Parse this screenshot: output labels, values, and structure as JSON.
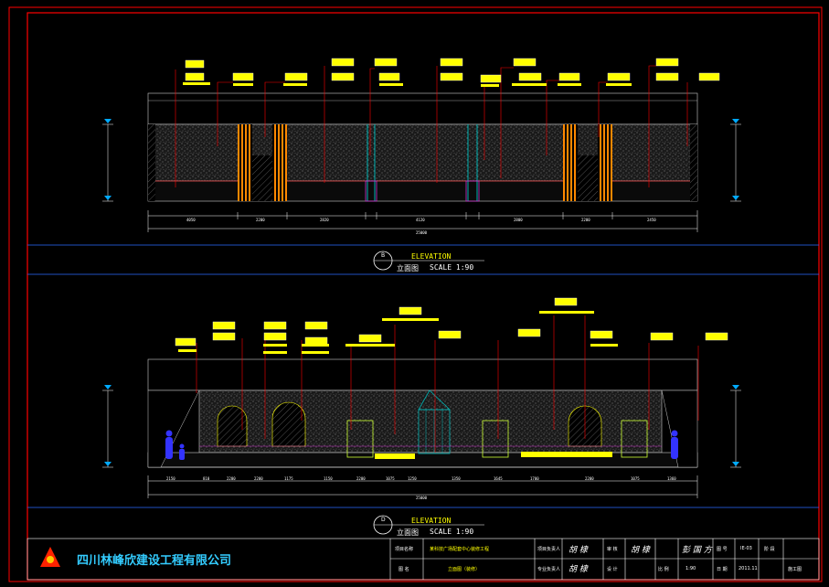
{
  "sheet": {
    "elevation_b": {
      "letter": "B",
      "title": "ELEVATION",
      "sub_cn": "立面图",
      "scale": "SCALE 1:90",
      "dims": [
        "4050",
        "2200",
        "2820",
        "",
        "4120",
        "",
        "2800",
        "2200",
        "2450"
      ],
      "total": "25000"
    },
    "elevation_d": {
      "letter": "D",
      "title": "ELEVATION",
      "sub_cn": "立面图",
      "scale": "SCALE 1:90",
      "dims": [
        "2150",
        "810",
        "2200",
        "2200",
        "1175",
        "1150",
        "2200",
        "1075",
        "1250",
        "1350",
        "1645",
        "1700",
        "2200",
        "1075",
        "1360"
      ],
      "total": "25000"
    }
  },
  "titleblock": {
    "company": "四川林峰欣建设工程有限公司",
    "project_label": "项目名称",
    "project_value": "某科技广场配套中心装修工程",
    "drawing_label": "图 名",
    "drawing_value": "立面图（装修）",
    "project_lead_label": "项目负责人",
    "professional_lead_label": "专业负责人",
    "check_label": "审 核",
    "design_label": "设 计",
    "scale_label": "比 例",
    "scale_value": "1:90",
    "date_label": "日 期",
    "date_value": "2011.11",
    "drawing_no_label": "图 号",
    "drawing_no_value": "IE-03",
    "stage_label": "阶 段",
    "stage_value": "施工图",
    "sig1": "胡 棣",
    "sig2": "胡 棣",
    "sig3": "胡 棣",
    "sig4": "彭 国 方"
  },
  "colors": {
    "frame": "#ff0000",
    "dimension": "#ffffff",
    "leader": "#ff0000",
    "tag": "#ffff00",
    "wall": "#555555",
    "wood": "#ff8800",
    "teal": "#00b3b3",
    "title_blue": "#33ccff"
  }
}
